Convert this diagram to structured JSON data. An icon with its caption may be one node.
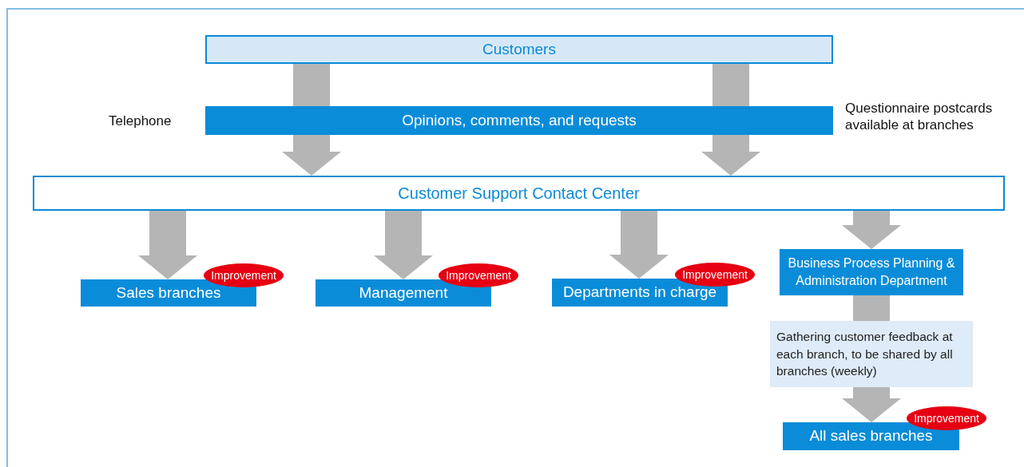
{
  "diagram": {
    "nodes": [
      {
        "text": [
          "Customers"
        ]
      },
      {
        "text": [
          "Opinions, comments, and requests"
        ]
      },
      {
        "text": [
          "Customer Support Contact Center"
        ]
      },
      {
        "text": [
          "Sales branches"
        ],
        "beside": [
          "Improvement"
        ]
      },
      {
        "text": [
          "Management"
        ],
        "beside": [
          "Improvement"
        ]
      },
      {
        "text": [
          "Departments in charge"
        ],
        "beside": [
          "Improvement"
        ]
      },
      {
        "text": [
          "Business Process Planning & Administration Department"
        ]
      },
      {
        "text": [
          "Gathering customer feedback at each branch, to be shared by all branches (weekly)"
        ]
      },
      {
        "text": [
          "All sales branches"
        ],
        "beside": [
          "Improvement"
        ]
      }
    ],
    "edges": [
      {
        "from": 0,
        "to": 1,
        "arrow": "none"
      },
      {
        "from": 0,
        "to": 1,
        "arrow": "none"
      },
      {
        "from": 1,
        "to": 2,
        "arrow": "to"
      },
      {
        "from": 1,
        "to": 2,
        "arrow": "to"
      },
      {
        "from": 2,
        "to": 3,
        "arrow": "to"
      },
      {
        "from": 2,
        "to": 4,
        "arrow": "to"
      },
      {
        "from": 2,
        "to": 5,
        "arrow": "to"
      },
      {
        "from": 2,
        "to": 6,
        "arrow": "to"
      },
      {
        "from": 6,
        "to": 7,
        "arrow": "none"
      },
      {
        "from": 7,
        "to": 8,
        "arrow": "to"
      }
    ],
    "labels": [
      "Telephone",
      "Questionnaire postcards available at branches"
    ]
  }
}
